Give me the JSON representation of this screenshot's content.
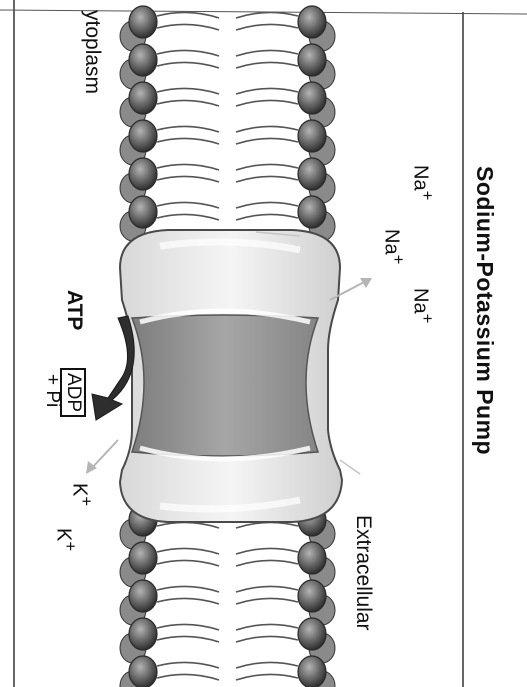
{
  "diagram": {
    "title": "Sodium-Potassium Pump",
    "region_cytoplasm": "ytoplasm",
    "region_extracellular": "Extracellular",
    "sodium_ions": [
      "Na",
      "Na",
      "Na"
    ],
    "sodium_charge": "+",
    "potassium_ions": [
      "K",
      "K"
    ],
    "potassium_charge": "+",
    "atp": "ATP",
    "adp": "ADP",
    "pi": "+ Pi"
  },
  "colors": {
    "background": "#ffffff",
    "border": "#222222",
    "head_fill": "#6a6a6a",
    "protein_light": "#e6e6e6",
    "protein_dark": "#8c8c8c",
    "arrow": "#333333",
    "ion_arrow": "#b5b5b5"
  }
}
